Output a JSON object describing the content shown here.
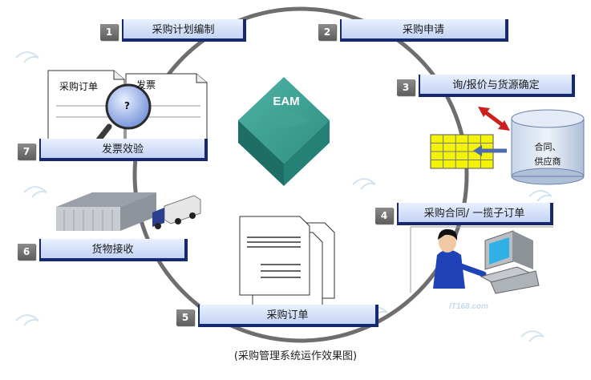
{
  "steps": [
    {
      "num": "1",
      "label": "采购计划编制"
    },
    {
      "num": "2",
      "label": "采购申请"
    },
    {
      "num": "3",
      "label": "询/报价与货源确定"
    },
    {
      "num": "4",
      "label": "采购合同/ 一揽子订单"
    },
    {
      "num": "5",
      "label": "采购订单"
    },
    {
      "num": "6",
      "label": "货物接收"
    },
    {
      "num": "7",
      "label": "发票效验"
    }
  ],
  "center": {
    "label": "EAM"
  },
  "database": {
    "line1": "合同、",
    "line2": "供应商"
  },
  "documents": {
    "doc1": "采购订单",
    "doc2": "发票",
    "magnifier": "?"
  },
  "watermark": {
    "brand": "IT168.com"
  },
  "caption": "(采购管理系统运作效果图)"
}
